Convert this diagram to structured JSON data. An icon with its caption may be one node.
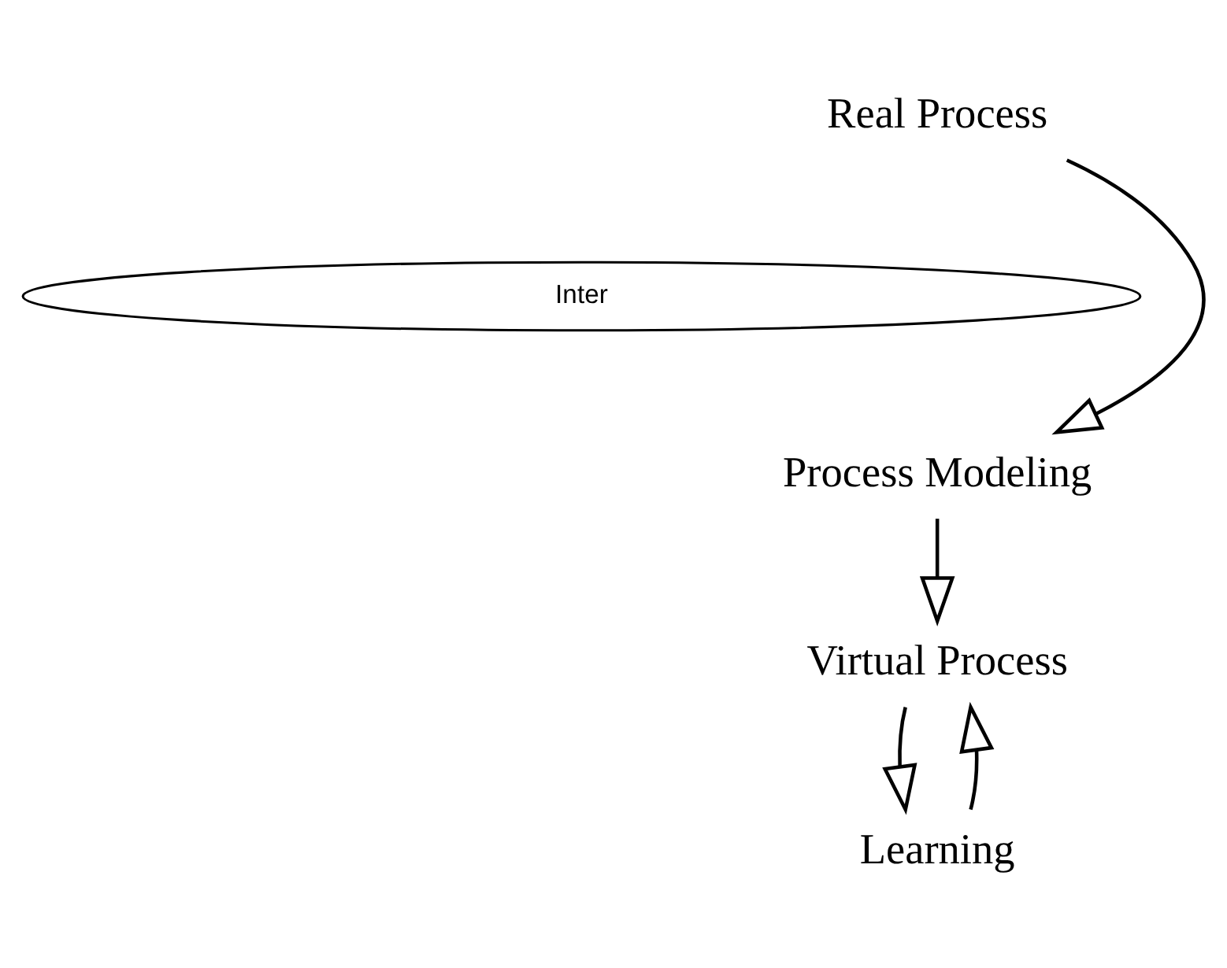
{
  "diagram": {
    "nodes": [
      {
        "text": [
          "Real Process"
        ]
      },
      {
        "text": [
          "Inter"
        ]
      },
      {
        "text": [
          "Process Modeling"
        ]
      },
      {
        "text": [
          "Virtual Process"
        ]
      },
      {
        "text": [
          "Learning"
        ]
      }
    ],
    "edges": [
      {
        "from": 0,
        "to": 2,
        "arrow": "to"
      },
      {
        "from": 2,
        "to": 3,
        "arrow": "to"
      },
      {
        "from": 3,
        "to": 4,
        "arrow": "to"
      },
      {
        "from": 4,
        "to": 3,
        "arrow": "to"
      }
    ]
  }
}
